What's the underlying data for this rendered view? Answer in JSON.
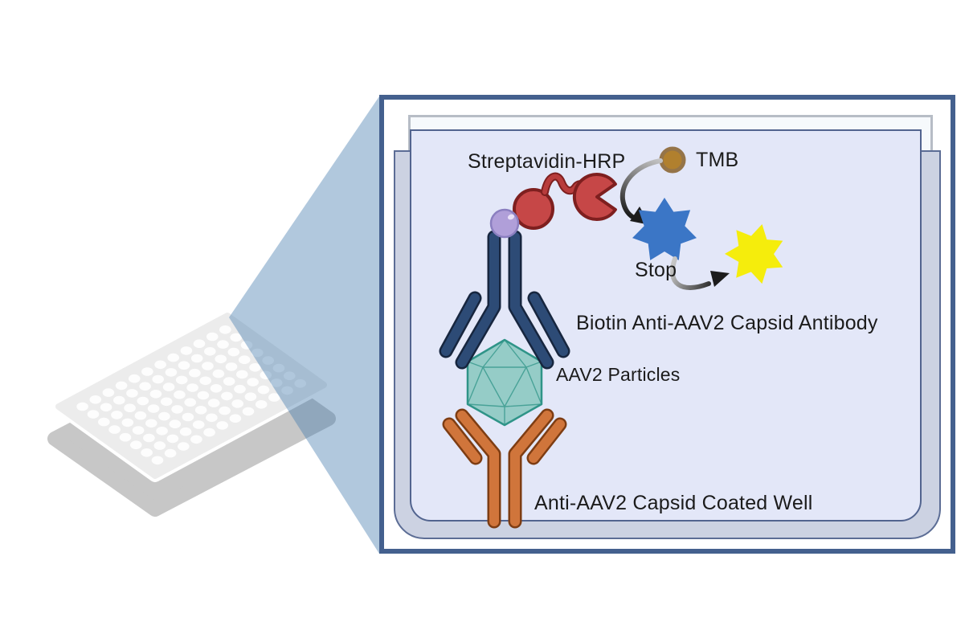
{
  "diagram": {
    "labels": {
      "streptavidin_hrp": "Streptavidin-HRP",
      "tmb": "TMB",
      "stop": "Stop",
      "biotin_antibody": "Biotin Anti-AAV2 Capsid Antibody",
      "aav2_particles": "AAV2 Particles",
      "coated_well": "Anti-AAV2 Capsid Coated Well"
    },
    "plate": {
      "rows": 8,
      "cols": 12
    },
    "colors": {
      "frame_border": "#44608e",
      "sheet_fill": "#f6f9fc",
      "sheet_border": "#b7bdc6",
      "wall_fill": "#ccd2e2",
      "wall_border": "#5c6d95",
      "well_fill": "#e3e7f8",
      "well_border": "#52648f",
      "beam": "rgba(70,125,175,0.42)",
      "plate_top": "#ececec",
      "plate_base": "#c7c7c7",
      "plate_well": "#fdfdfd",
      "navy_antibody": "#2d4b76",
      "navy_antibody_outline": "#17263f",
      "orange_antibody": "#d0753b",
      "orange_antibody_outline": "#7e3d13",
      "aav2_particle": "#7fc4b8",
      "aav2_particle_edge": "#2f9488",
      "hrp_red": "#c64747",
      "hrp_red_outline": "#7e1f1f",
      "linker_red": "#b83c3c",
      "biotin_bead": "#b09fd9",
      "biotin_bead_outline": "#8b7fc0",
      "biotin_bead_highlight": "#e8e0f7",
      "tmb_fill": "#b1802e",
      "tmb_ring": "#957448",
      "blue_star": "#3b76c6",
      "yellow_star": "#f5ed0c",
      "arrow_dark": "#1c1c1c",
      "arrow_light": "#c6c6c6",
      "text": "#1b1b1b"
    }
  }
}
